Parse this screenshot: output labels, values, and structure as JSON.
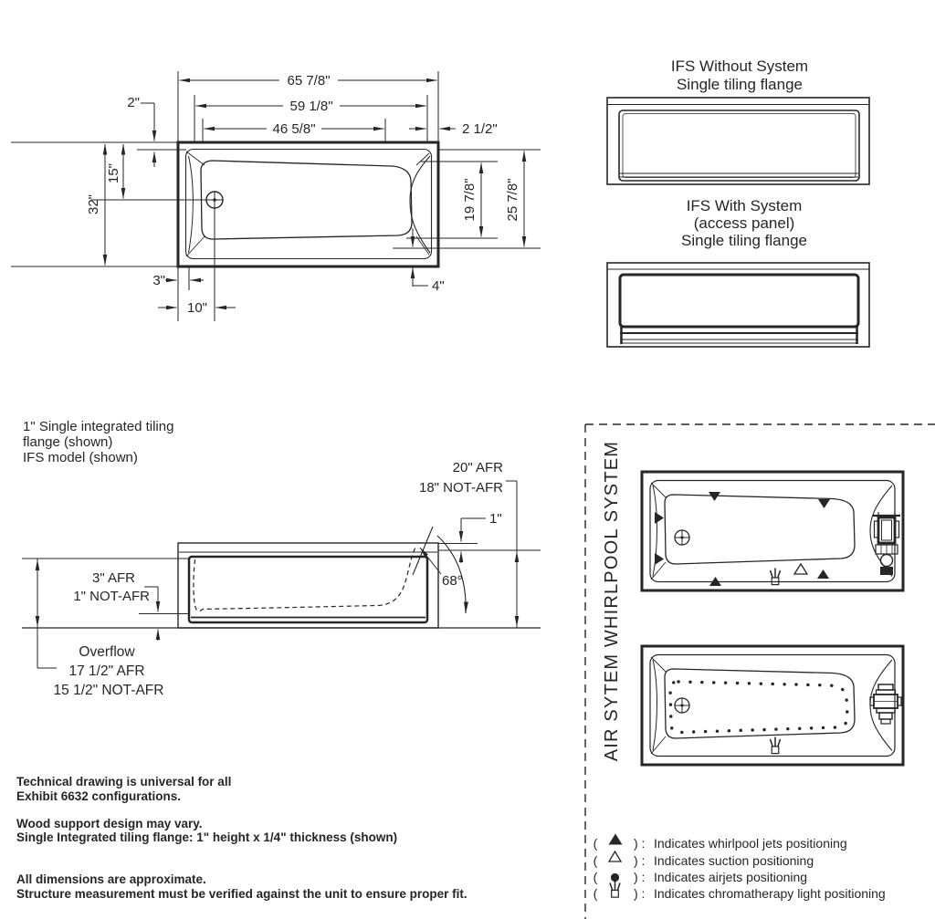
{
  "top_view": {
    "dims": {
      "overall_length": "65 7/8\"",
      "rim_length": "59 1/8\"",
      "floor_length": "46 5/8\"",
      "deck_top": "2\"",
      "deck_right": "2 1/2\"",
      "drain_from_top": "15\"",
      "overall_width": "32\"",
      "floor_width": "19 7/8\"",
      "rim_width": "25 7/8\"",
      "left_inset": "3\"",
      "drain_from_left": "10\"",
      "right_inset": "4\""
    }
  },
  "front_views": {
    "without_system": {
      "title_line1": "IFS Without System",
      "title_line2": "Single tiling flange"
    },
    "with_system": {
      "title_line1": "IFS With System",
      "title_line2": "(access panel)",
      "title_line3": "Single tiling flange"
    }
  },
  "side_view": {
    "note_line1": "1\" Single integrated tiling",
    "note_line2": "flange (shown)",
    "note_line3": "IFS model (shown)",
    "afr_height": "20\" AFR",
    "not_afr_height": "18\" NOT-AFR",
    "flange_height": "1\"",
    "angle": "68°",
    "floor_afr": "3\" AFR",
    "floor_not_afr": "1\" NOT-AFR",
    "overflow_label": "Overflow",
    "overflow_afr": "17 1/2\" AFR",
    "overflow_not_afr": "15 1/2\" NOT-AFR"
  },
  "notes": {
    "line1": "Technical drawing is universal for all",
    "line2": "Exhibit 6632 configurations.",
    "line3": "Wood support design may vary.",
    "line4": "Single Integrated tiling flange: 1\" height x 1/4\" thickness (shown)",
    "line5": "All dimensions are approximate.",
    "line6": "Structure measurement must be verified against the unit to ensure proper fit."
  },
  "systems": {
    "whirlpool_label": "WHIRLPOOL SYSTEM",
    "air_label": "AIR SYTEM"
  },
  "legend": {
    "paren_open": "(",
    "paren_close": ") :",
    "items": [
      {
        "symbol": "filled-triangle",
        "text": "Indicates whirlpool jets positioning"
      },
      {
        "symbol": "open-triangle",
        "text": "Indicates suction positioning"
      },
      {
        "symbol": "filled-circle",
        "text": "Indicates airjets positioning"
      },
      {
        "symbol": "chromatherapy-light",
        "text": "Indicates chromatherapy light positioning"
      }
    ]
  },
  "colors": {
    "line": "#262626",
    "background": "#ffffff"
  }
}
